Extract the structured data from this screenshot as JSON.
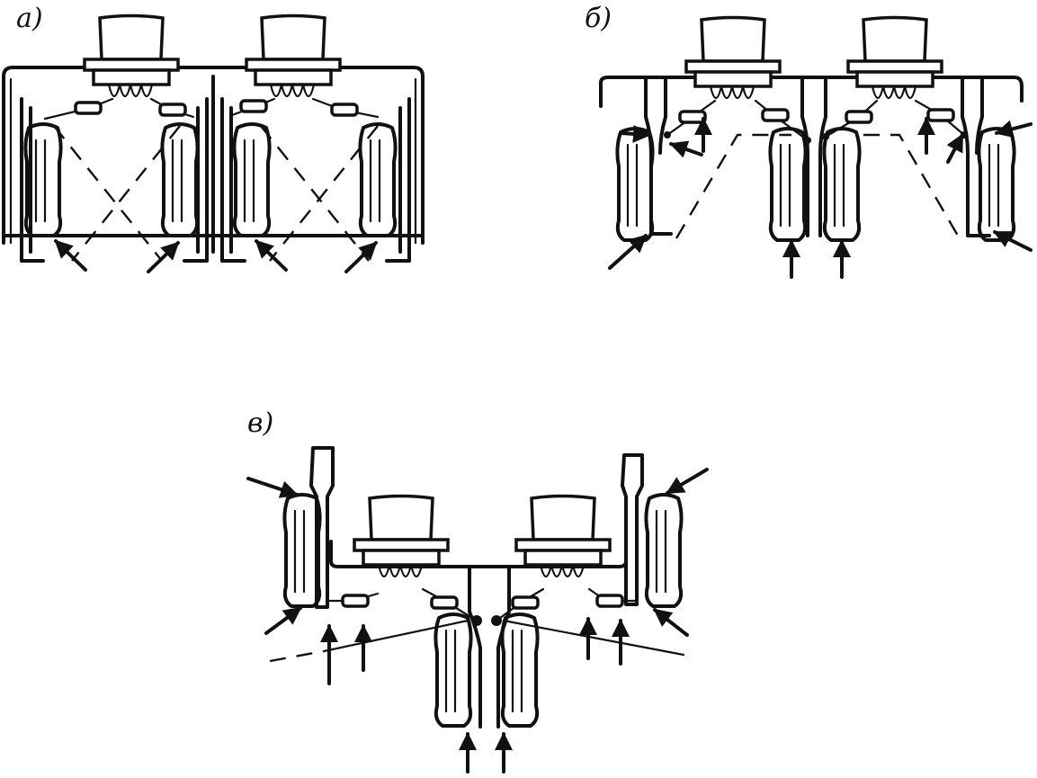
{
  "panels": [
    {
      "id": "a",
      "label": "а)"
    },
    {
      "id": "b",
      "label": "б)"
    },
    {
      "id": "v",
      "label": "в)"
    }
  ],
  "colors": {
    "ink": "#111111",
    "paper": "#ffffff"
  }
}
